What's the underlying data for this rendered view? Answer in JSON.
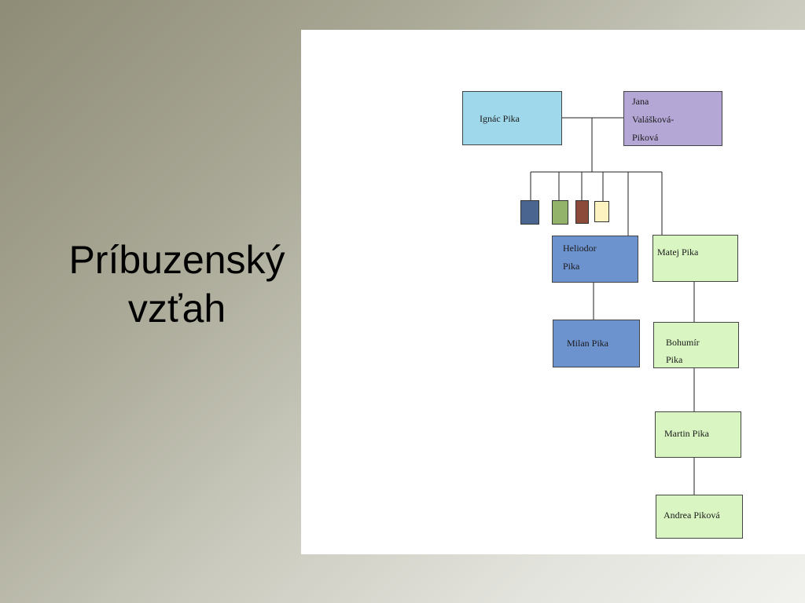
{
  "title": {
    "line1": "Príbuzenský",
    "line2": "vzťah"
  },
  "people": {
    "ignac": "Ignác Pika",
    "jana": [
      "Jana",
      "Valášková-",
      "Piková"
    ],
    "heliodor": [
      "Heliodor",
      "Pika"
    ],
    "matej": "Matej Pika",
    "milan": "Milan Pika",
    "bohumir": [
      "Bohumír",
      "Pika"
    ],
    "martin": "Martin Pika",
    "andrea": "Andrea Piková"
  },
  "colors": {
    "ignac": "#9fd8ea",
    "jana": "#b4a7d6",
    "heliodor_line": "#6d93cf",
    "matej_line": "#d9f5c2",
    "child_squares": [
      "#4a6590",
      "#93b26a",
      "#8c4a3a",
      "#fdf3c0"
    ]
  }
}
